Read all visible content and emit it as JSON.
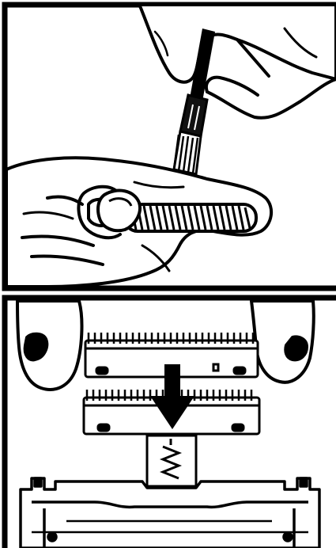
{
  "figure": {
    "panels": [
      {
        "id": "panel-1",
        "content": "cleaning-spring-with-brush"
      },
      {
        "id": "panel-2",
        "content": "inserting-blade-onto-spring-holder"
      }
    ],
    "colors": {
      "ink": "#000000",
      "paper": "#ffffff"
    },
    "icons": [
      "brush-icon",
      "spring-icon",
      "arrow-down-icon",
      "blade-icon",
      "trimmer-head-icon"
    ]
  }
}
